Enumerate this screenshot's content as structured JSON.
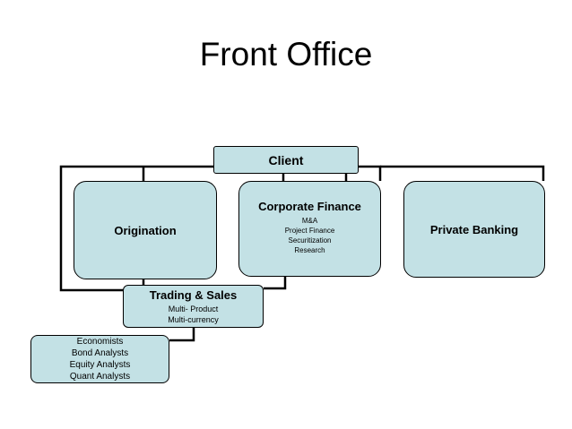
{
  "title": "Front Office",
  "nodes": {
    "client": {
      "label": "Client"
    },
    "origination": {
      "label": "Origination"
    },
    "corporate_finance": {
      "label": "Corporate Finance",
      "items": [
        "M&A",
        "Project Finance",
        "Securitization",
        "Research"
      ]
    },
    "private_banking": {
      "label": "Private Banking"
    },
    "trading_sales": {
      "label": "Trading & Sales",
      "items": [
        "Multi- Product",
        "Multi-currency"
      ]
    },
    "research_analysts": {
      "items": [
        "Economists",
        "Bond Analysts",
        "Equity Analysts",
        "Quant Analysts"
      ]
    }
  },
  "colors": {
    "box_fill": "#c3e1e5",
    "outline": "#000000",
    "background": "#ffffff"
  }
}
